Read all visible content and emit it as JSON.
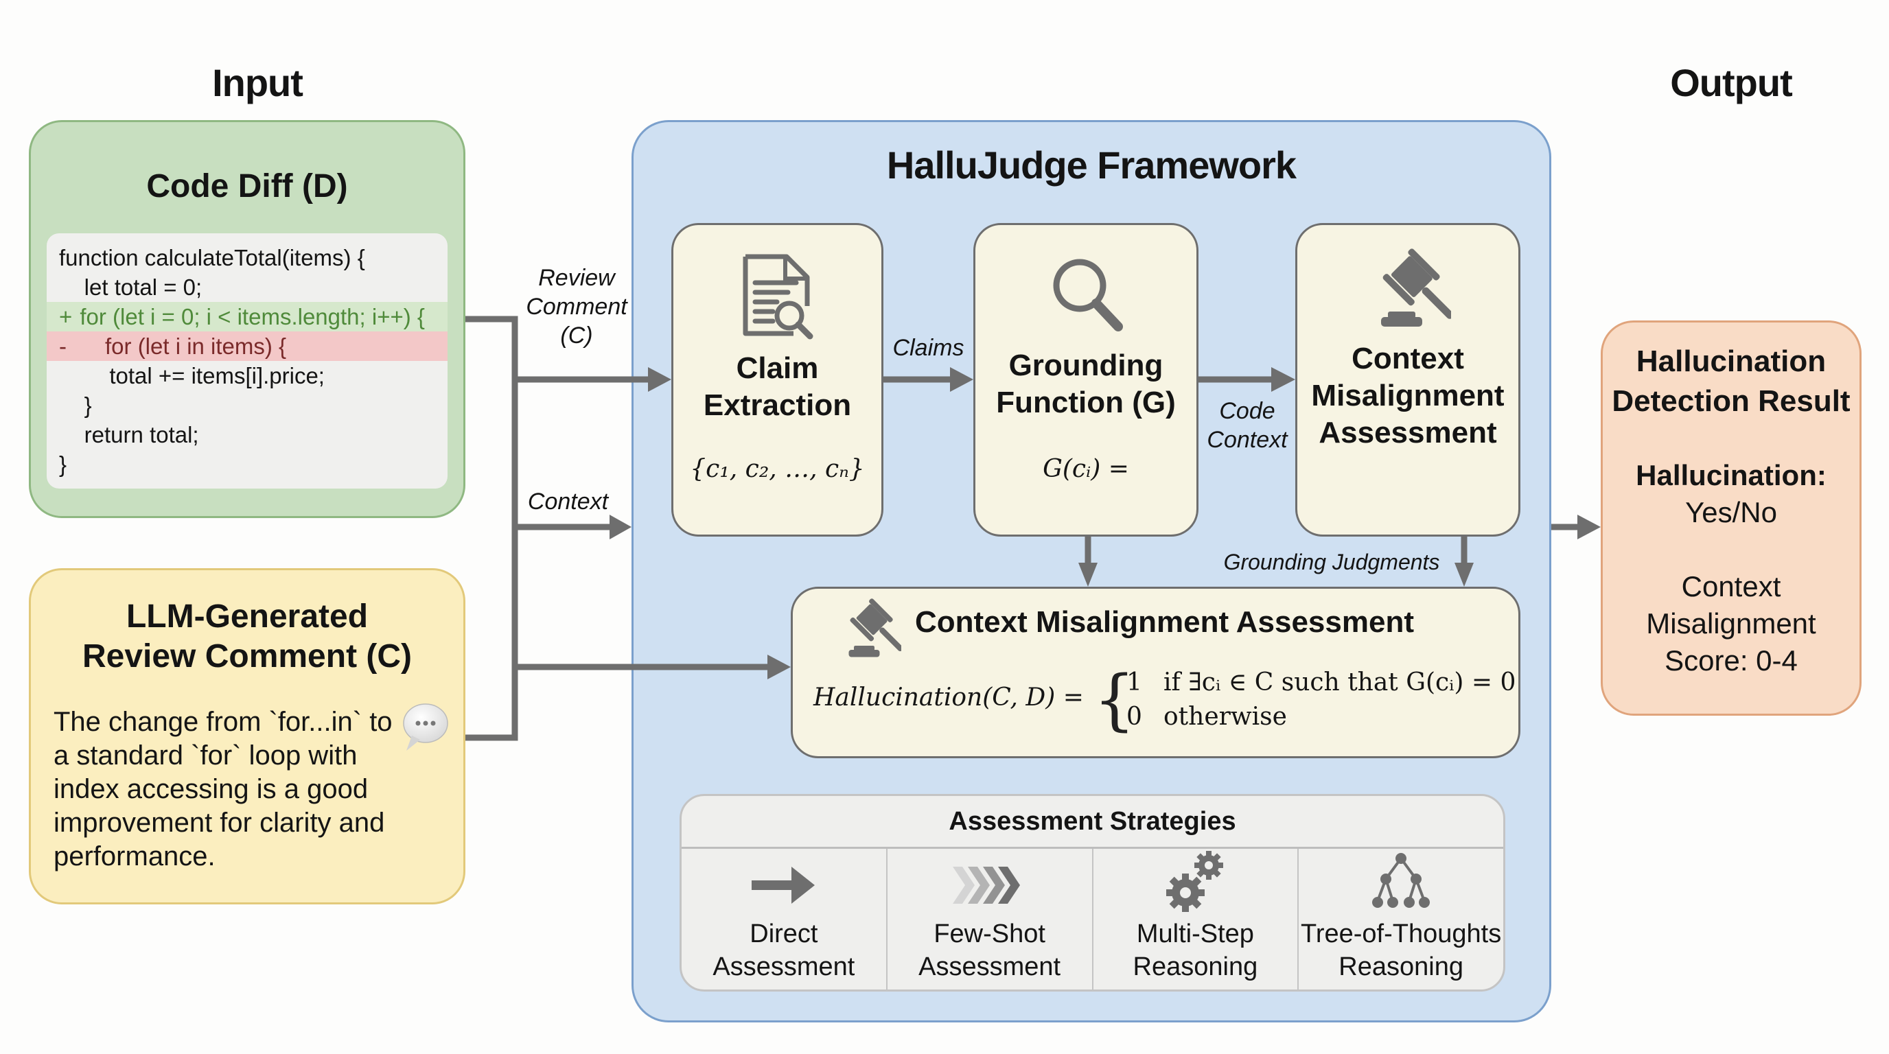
{
  "titles": {
    "input": "Input",
    "output": "Output"
  },
  "code_diff": {
    "title": "Code Diff (D)",
    "lines": [
      {
        "marker": "",
        "text": "function calculateTotal(items) {",
        "type": "context"
      },
      {
        "marker": "",
        "text": "    let total = 0;",
        "type": "context"
      },
      {
        "marker": "+",
        "text": "  for (let i = 0; i < items.length; i++) {",
        "type": "added"
      },
      {
        "marker": "-",
        "text": "      for (let i in items) {",
        "type": "removed"
      },
      {
        "marker": "",
        "text": "        total += items[i].price;",
        "type": "context"
      },
      {
        "marker": "",
        "text": "    }",
        "type": "context"
      },
      {
        "marker": "",
        "text": "    return total;",
        "type": "context"
      },
      {
        "marker": "",
        "text": "}",
        "type": "context"
      }
    ]
  },
  "review_comment": {
    "title_line1": "LLM-Generated",
    "title_line2": "Review Comment (C)",
    "body": "The change from `for...in` to a standard `for` loop with index accessing is a good improvement for clarity and performance.",
    "icon": "speech-bubble-icon"
  },
  "edges": {
    "review_comment": [
      "Review",
      "Comment",
      "(C)"
    ],
    "context": "Context",
    "claims": "Claims",
    "code_context": [
      "Code",
      "Context"
    ],
    "grounding_judgments": "Grounding Judgments"
  },
  "framework": {
    "title": "HalluJudge Framework",
    "claim_extraction": {
      "title_line1": "Claim",
      "title_line2": "Extraction",
      "formula": "{c₁, c₂, …, cₙ}",
      "icon": "document-search-icon"
    },
    "grounding_function": {
      "title_line1": "Grounding",
      "title_line2": "Function (G)",
      "formula": "G(cᵢ) =",
      "icon": "magnifier-icon"
    },
    "context_assessment": {
      "title_line1": "Context",
      "title_line2": "Misalignment",
      "title_line3": "Assessment",
      "icon": "gavel-icon"
    },
    "final_assessment": {
      "title": "Context Misalignment Assessment",
      "formula_lhs": "Hallucination(C, D) =",
      "case1_value": "1",
      "case1_cond": "if ∃cᵢ ∈ C such that G(cᵢ) = 0",
      "case2_value": "0",
      "case2_cond": "otherwise",
      "icon": "gavel-icon"
    },
    "strategies": {
      "title": "Assessment Strategies",
      "items": [
        {
          "line1": "Direct",
          "line2": "Assessment",
          "icon": "arrow-right-icon"
        },
        {
          "line1": "Few-Shot",
          "line2": "Assessment",
          "icon": "chevrons-icon"
        },
        {
          "line1": "Multi-Step",
          "line2": "Reasoning",
          "icon": "gears-icon"
        },
        {
          "line1": "Tree-of-Thoughts",
          "line2": "Reasoning",
          "icon": "tree-icon"
        }
      ]
    }
  },
  "output_box": {
    "title_line1": "Hallucination",
    "title_line2": "Detection Result",
    "hallu_label": "Hallucination:",
    "hallu_value": "Yes/No",
    "score_line1": "Context",
    "score_line2": "Misalignment",
    "score_line3": "Score: 0-4"
  },
  "colors": {
    "input_green": "#c8dfc0",
    "comment_yellow": "#fbeebf",
    "framework_blue": "#cfe0f2",
    "output_orange": "#f9dcc6",
    "module_cream": "#f7f4e3",
    "arrow_gray": "#6e6e6e"
  }
}
